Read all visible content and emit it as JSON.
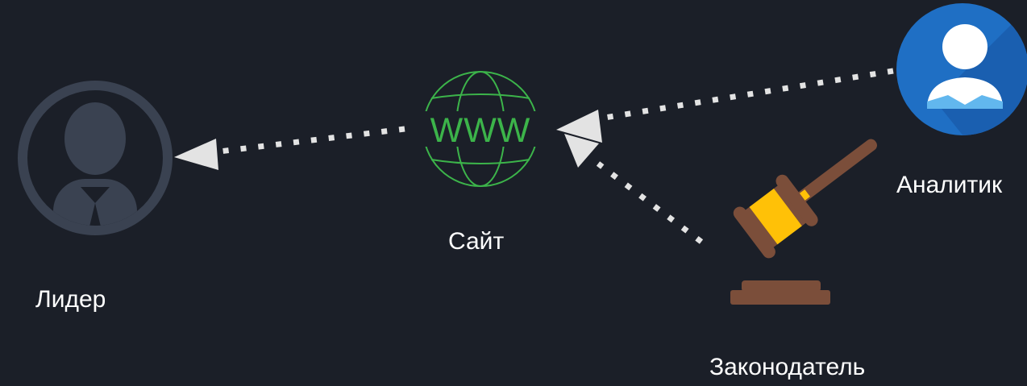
{
  "nodes": {
    "leader": {
      "label": "Лидер",
      "icon": "leader-avatar-icon"
    },
    "site": {
      "label": "Сайт",
      "icon": "globe-icon",
      "icon_text": "WWW"
    },
    "analyst": {
      "label": "Аналитик",
      "icon": "analyst-avatar-icon"
    },
    "legislator": {
      "label": "Законодатель",
      "icon": "gavel-icon"
    }
  },
  "edges": [
    {
      "from": "site",
      "to": "leader",
      "style": "dotted-arrow"
    },
    {
      "from": "analyst",
      "to": "site",
      "style": "dotted-arrow"
    },
    {
      "from": "legislator",
      "to": "site",
      "style": "dotted-arrow"
    }
  ],
  "colors": {
    "background": "#1b1f28",
    "connector": "#e3e3e3",
    "globe": "#3cb44a",
    "leader_avatar": "#3a4251",
    "analyst_circle": "#1f6fc4",
    "gavel_wood": "#7b4e3a",
    "gavel_band": "#ffc107"
  }
}
